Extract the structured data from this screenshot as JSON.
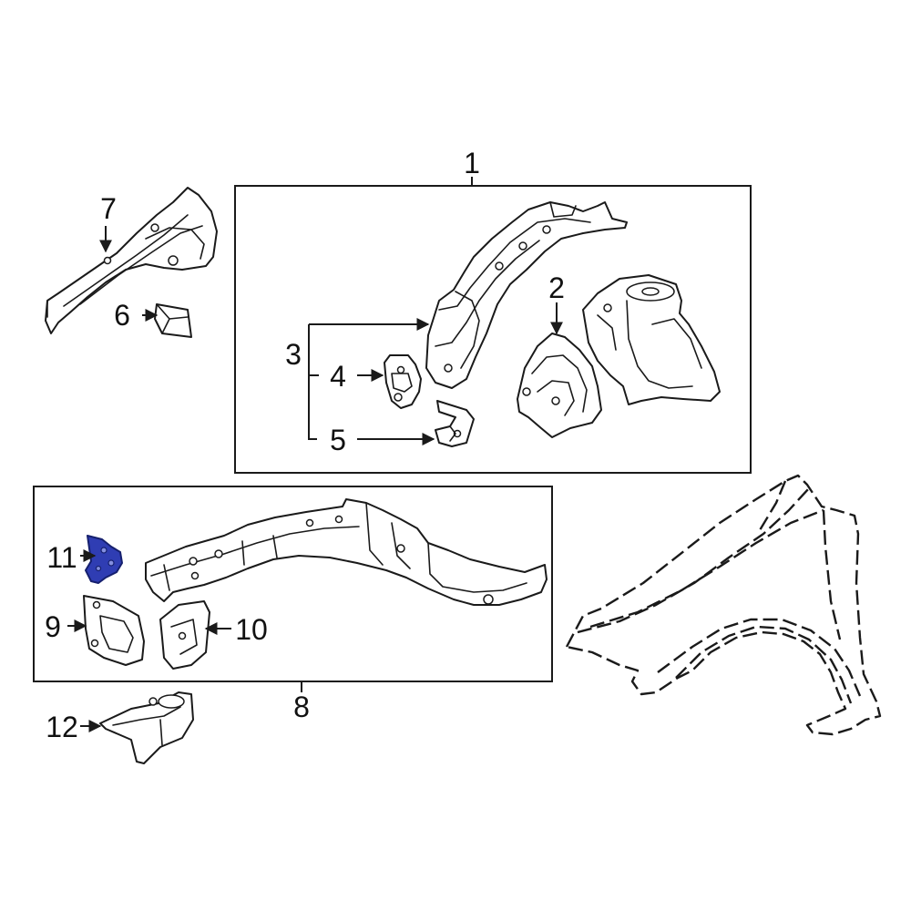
{
  "diagram": {
    "highlight_color": "#2f3db3",
    "line_color": "#1a1a1a",
    "callouts": {
      "c1": "1",
      "c2": "2",
      "c3": "3",
      "c4": "4",
      "c5": "5",
      "c6": "6",
      "c7": "7",
      "c8": "8",
      "c9": "9",
      "c10": "10",
      "c11": "11",
      "c12": "12"
    },
    "highlighted_part": "11"
  }
}
